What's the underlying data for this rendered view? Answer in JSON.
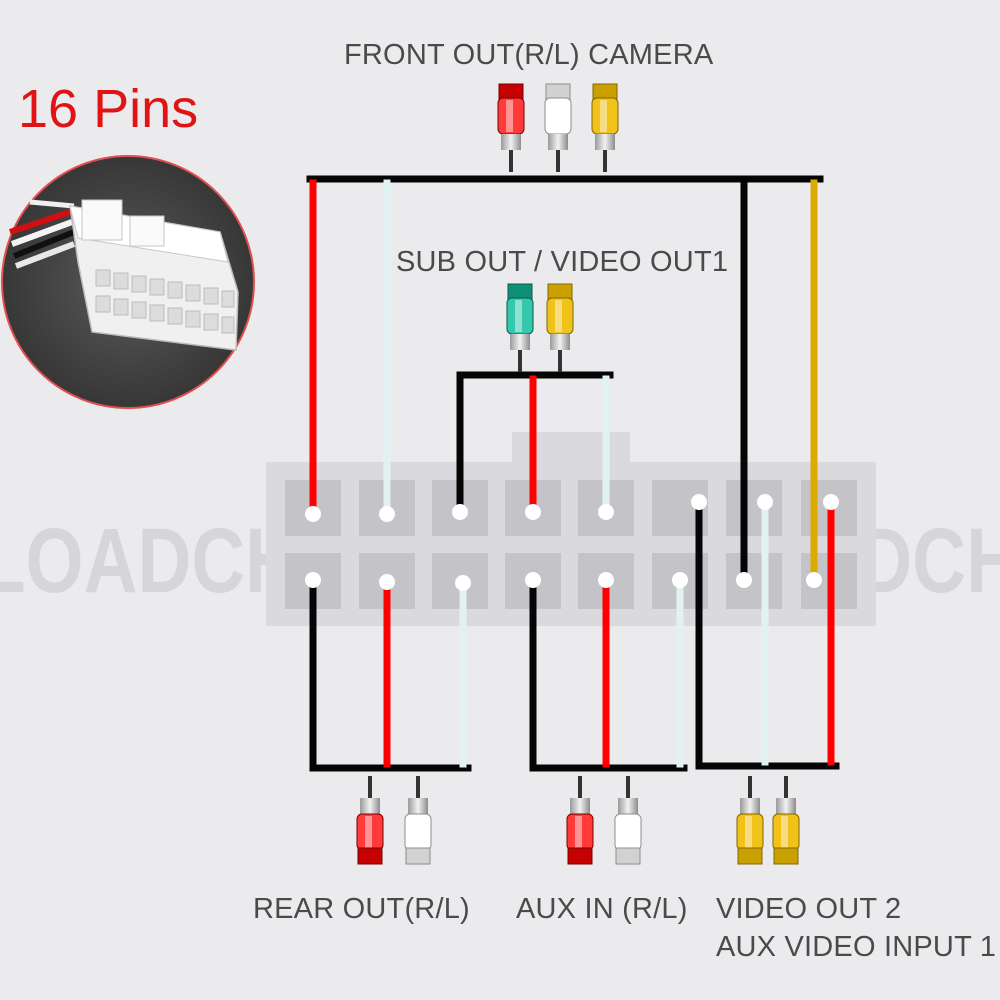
{
  "title": "16 Pins",
  "watermark": "LOADCHI LOADCHI LOADCH",
  "labels": {
    "front": "FRONT OUT(R/L) CAMERA",
    "sub": "SUB OUT / VIDEO OUT1",
    "rear": "REAR OUT(R/L)",
    "aux": "AUX IN (R/L)",
    "video2_line1": "VIDEO OUT 2",
    "video2_line2": "AUX VIDEO INPUT 1"
  },
  "colors": {
    "red": "#ff0000",
    "white": "#e2f2f2",
    "black": "#050505",
    "yellow": "#dcaa00",
    "teal": "#11a88c",
    "title_red": "#e01414",
    "label_gray": "#4a4a4a",
    "connector_gray": "#dadade",
    "pin_socket": "#c4c4c8"
  },
  "connector": {
    "pin_count": 16,
    "rows": 2,
    "pins_per_row": 8
  }
}
